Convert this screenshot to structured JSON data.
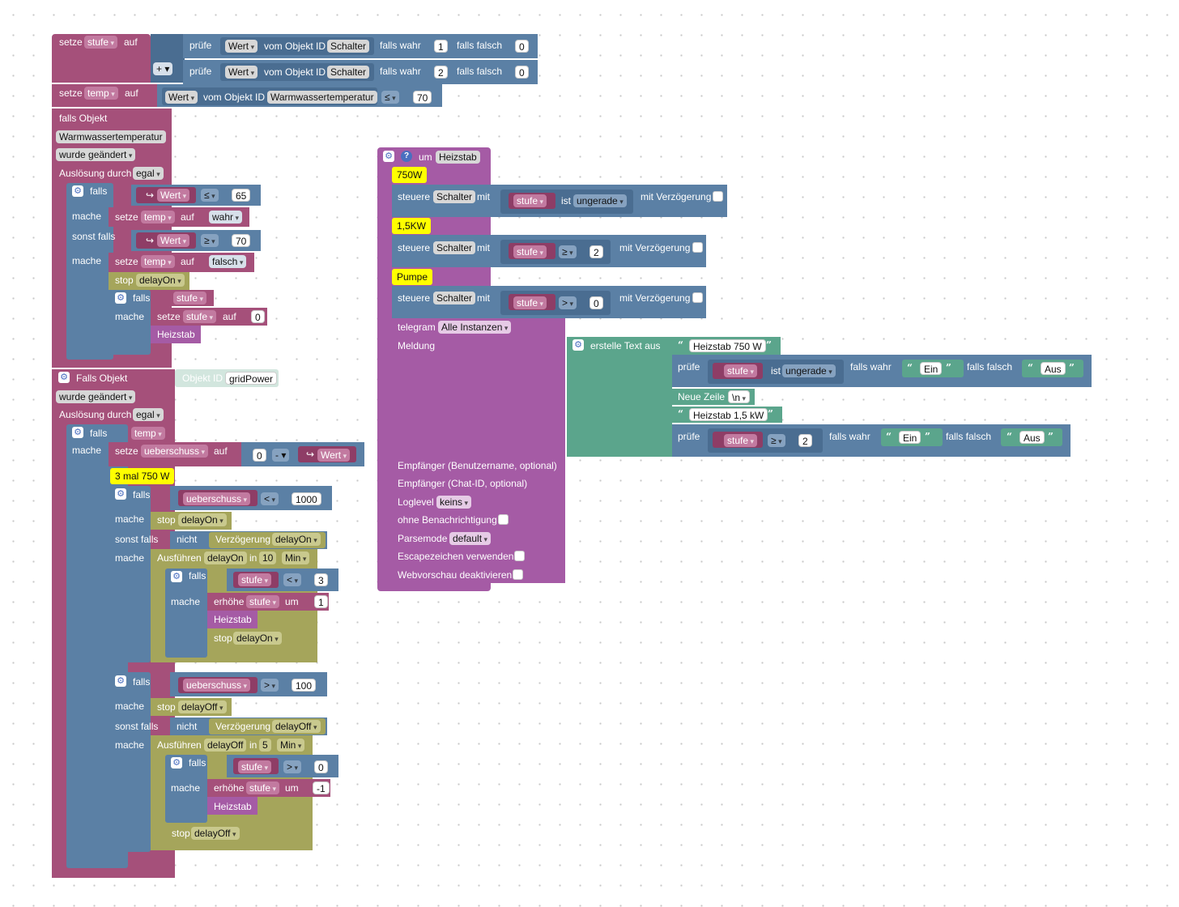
{
  "colors": {
    "logic": "#5b80a5",
    "variables": "#a5507a",
    "timeouts": "#a5a55b",
    "functions": "#a55ba5",
    "text": "#5ba58c",
    "comment": "#ffff00"
  },
  "icons": {
    "gear": "gear-icon",
    "help": "question-icon",
    "plus": "plus-minus-icon",
    "quote": "quote-icon"
  },
  "labels": {
    "setze": "setze",
    "auf": "auf",
    "pruefe": "prüfe",
    "vom_objekt_id": "vom Objekt ID",
    "falls_wahr": "falls wahr",
    "falls_falsch": "falls falsch",
    "falls": "falls",
    "mache": "mache",
    "sonst_falls": "sonst falls",
    "stop": "stop",
    "nicht": "nicht",
    "verzoegerung": "Verzögerung",
    "ausfuehren": "Ausführen",
    "in": "in",
    "erhoehe": "erhöhe",
    "um": "um",
    "ist": "ist",
    "steuere": "steuere",
    "mit": "mit",
    "mit_verzoegerung": "mit Verzögerung",
    "telegram": "telegram",
    "meldung": "Meldung",
    "erstelle_text_aus": "erstelle Text aus",
    "neue_zeile": "Neue Zeile",
    "plusminus": "+ ▾",
    "quote_open": "“",
    "quote_close": "”",
    "arrow": "↪"
  },
  "setze_stufe": {
    "var": "stufe",
    "row1": {
      "field": "Wert",
      "obj": "Schalter",
      "true": "1",
      "false": "0"
    },
    "row2": {
      "field": "Wert",
      "obj": "Schalter",
      "true": "2",
      "false": "0"
    }
  },
  "setze_temp": {
    "var": "temp",
    "field": "Wert",
    "obj": "Warmwassertemperatur",
    "op": "≤",
    "value": "70"
  },
  "trigger1": {
    "title": "falls Objekt",
    "object": "Warmwassertemperatur",
    "event": "wurde geändert",
    "by_label": "Auslösung durch",
    "by": "egal",
    "if1": {
      "field": "Wert",
      "op": "≤",
      "value": "65",
      "var": "temp",
      "set": "wahr"
    },
    "if2": {
      "field": "Wert",
      "op": "≥",
      "value": "70",
      "var": "temp",
      "set": "falsch"
    },
    "stop": "delayOn",
    "if3_var": "stufe",
    "set_var": "stufe",
    "set_val": "0",
    "call": "Heizstab"
  },
  "trigger2": {
    "title": "Falls Objekt",
    "obj_label": "Objekt ID",
    "object": "gridPower",
    "event": "wurde geändert",
    "by_label": "Auslösung durch",
    "by": "egal",
    "if_var": "temp",
    "set_var": "ueberschuss",
    "minus_a": "0",
    "minus_op": "- ▾",
    "field": "Wert",
    "comment": "3 mal 750 W",
    "a": {
      "var": "ueberschuss",
      "op": "<",
      "value": "1000",
      "stop": "delayOn",
      "timer": "delayOn",
      "delay": "10",
      "unit": "Min",
      "inner": {
        "var": "stufe",
        "op": "<",
        "value": "3",
        "inc_var": "stufe",
        "inc": "1",
        "call": "Heizstab",
        "stop": "delayOn"
      }
    },
    "b": {
      "var": "ueberschuss",
      "op": ">",
      "value": "100",
      "stop": "delayOff",
      "timer": "delayOff",
      "delay": "5",
      "unit": "Min",
      "inner": {
        "var": "stufe",
        "op": ">",
        "value": "0",
        "inc_var": "stufe",
        "inc": "-1",
        "call": "Heizstab"
      },
      "stop2": "delayOff"
    }
  },
  "function": {
    "um": "um",
    "name": "Heizstab",
    "c1": "750W",
    "c2": "1,5KW",
    "c3": "Pumpe",
    "s1": {
      "obj": "Schalter",
      "var": "stufe",
      "ist": "ungerade"
    },
    "s2": {
      "obj": "Schalter",
      "var": "stufe",
      "op": "≥",
      "value": "2"
    },
    "s3": {
      "obj": "Schalter",
      "var": "stufe",
      "op": ">",
      "value": "0"
    },
    "telegram": {
      "instances": "Alle Instanzen",
      "user": "Empfänger (Benutzername, optional)",
      "chat": "Empfänger (Chat-ID, optional)",
      "loglevel_label": "Loglevel",
      "loglevel": "keins",
      "silent": "ohne Benachrichtigung",
      "parse_label": "Parsemode",
      "parse": "default",
      "escape": "Escapezeichen verwenden",
      "preview": "Webvorschau deaktivieren"
    },
    "text": {
      "t1": "Heizstab 750 W",
      "p1": {
        "var": "stufe",
        "ist": "ungerade",
        "true": "Ein",
        "false": "Aus"
      },
      "nl": "\\n",
      "t2": "Heizstab 1,5 kW",
      "p2": {
        "var": "stufe",
        "op": "≥",
        "value": "2",
        "true": "Ein",
        "false": "Aus"
      }
    }
  }
}
